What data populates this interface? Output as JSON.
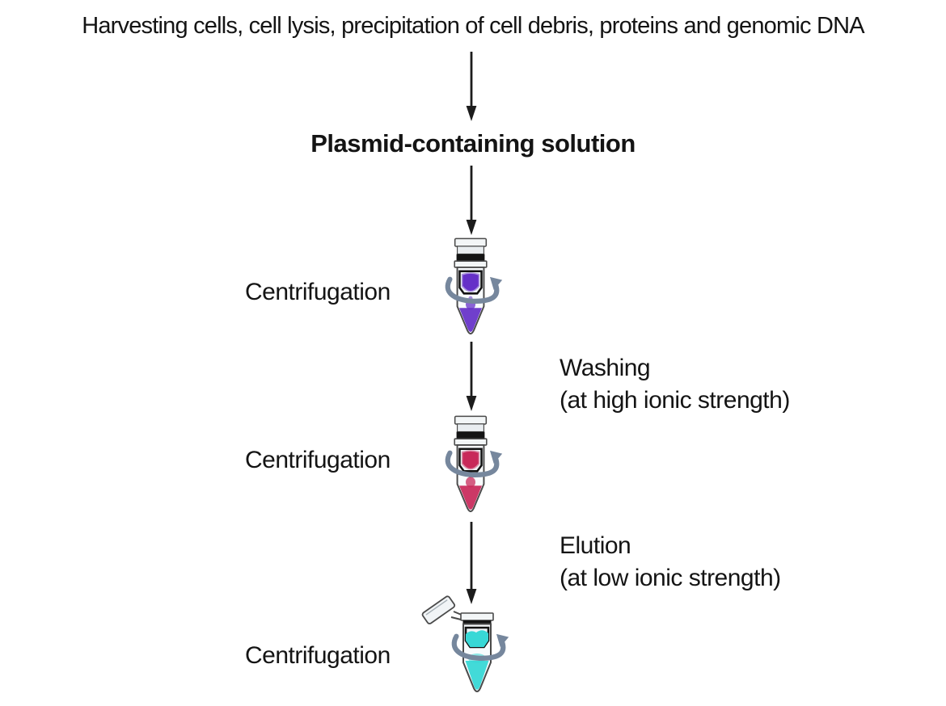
{
  "title": "Harvesting cells, cell lysis, precipitation of cell debris, proteins and genomic DNA",
  "plasmid_label": "Plasmid-containing solution",
  "steps": [
    {
      "label": "Centrifugation",
      "tube": {
        "icon": "microcentrifuge-tube-closed",
        "liquid_color": "#6530c8",
        "state": "closed"
      },
      "note_line1": "Washing",
      "note_line2": "(at high ionic strength)"
    },
    {
      "label": "Centrifugation",
      "tube": {
        "icon": "microcentrifuge-tube-closed",
        "liquid_color": "#c8295a",
        "state": "closed"
      },
      "note_line1": "Elution",
      "note_line2": "(at low ionic strength)"
    },
    {
      "label": "Centrifugation",
      "tube": {
        "icon": "microcentrifuge-tube-open",
        "liquid_color": "#38d8d6",
        "state": "open"
      }
    }
  ],
  "colors": {
    "rotation_arrow": "#76879d",
    "flow_arrow": "#1c1c1c",
    "text": "#141414",
    "background": "#ffffff"
  }
}
